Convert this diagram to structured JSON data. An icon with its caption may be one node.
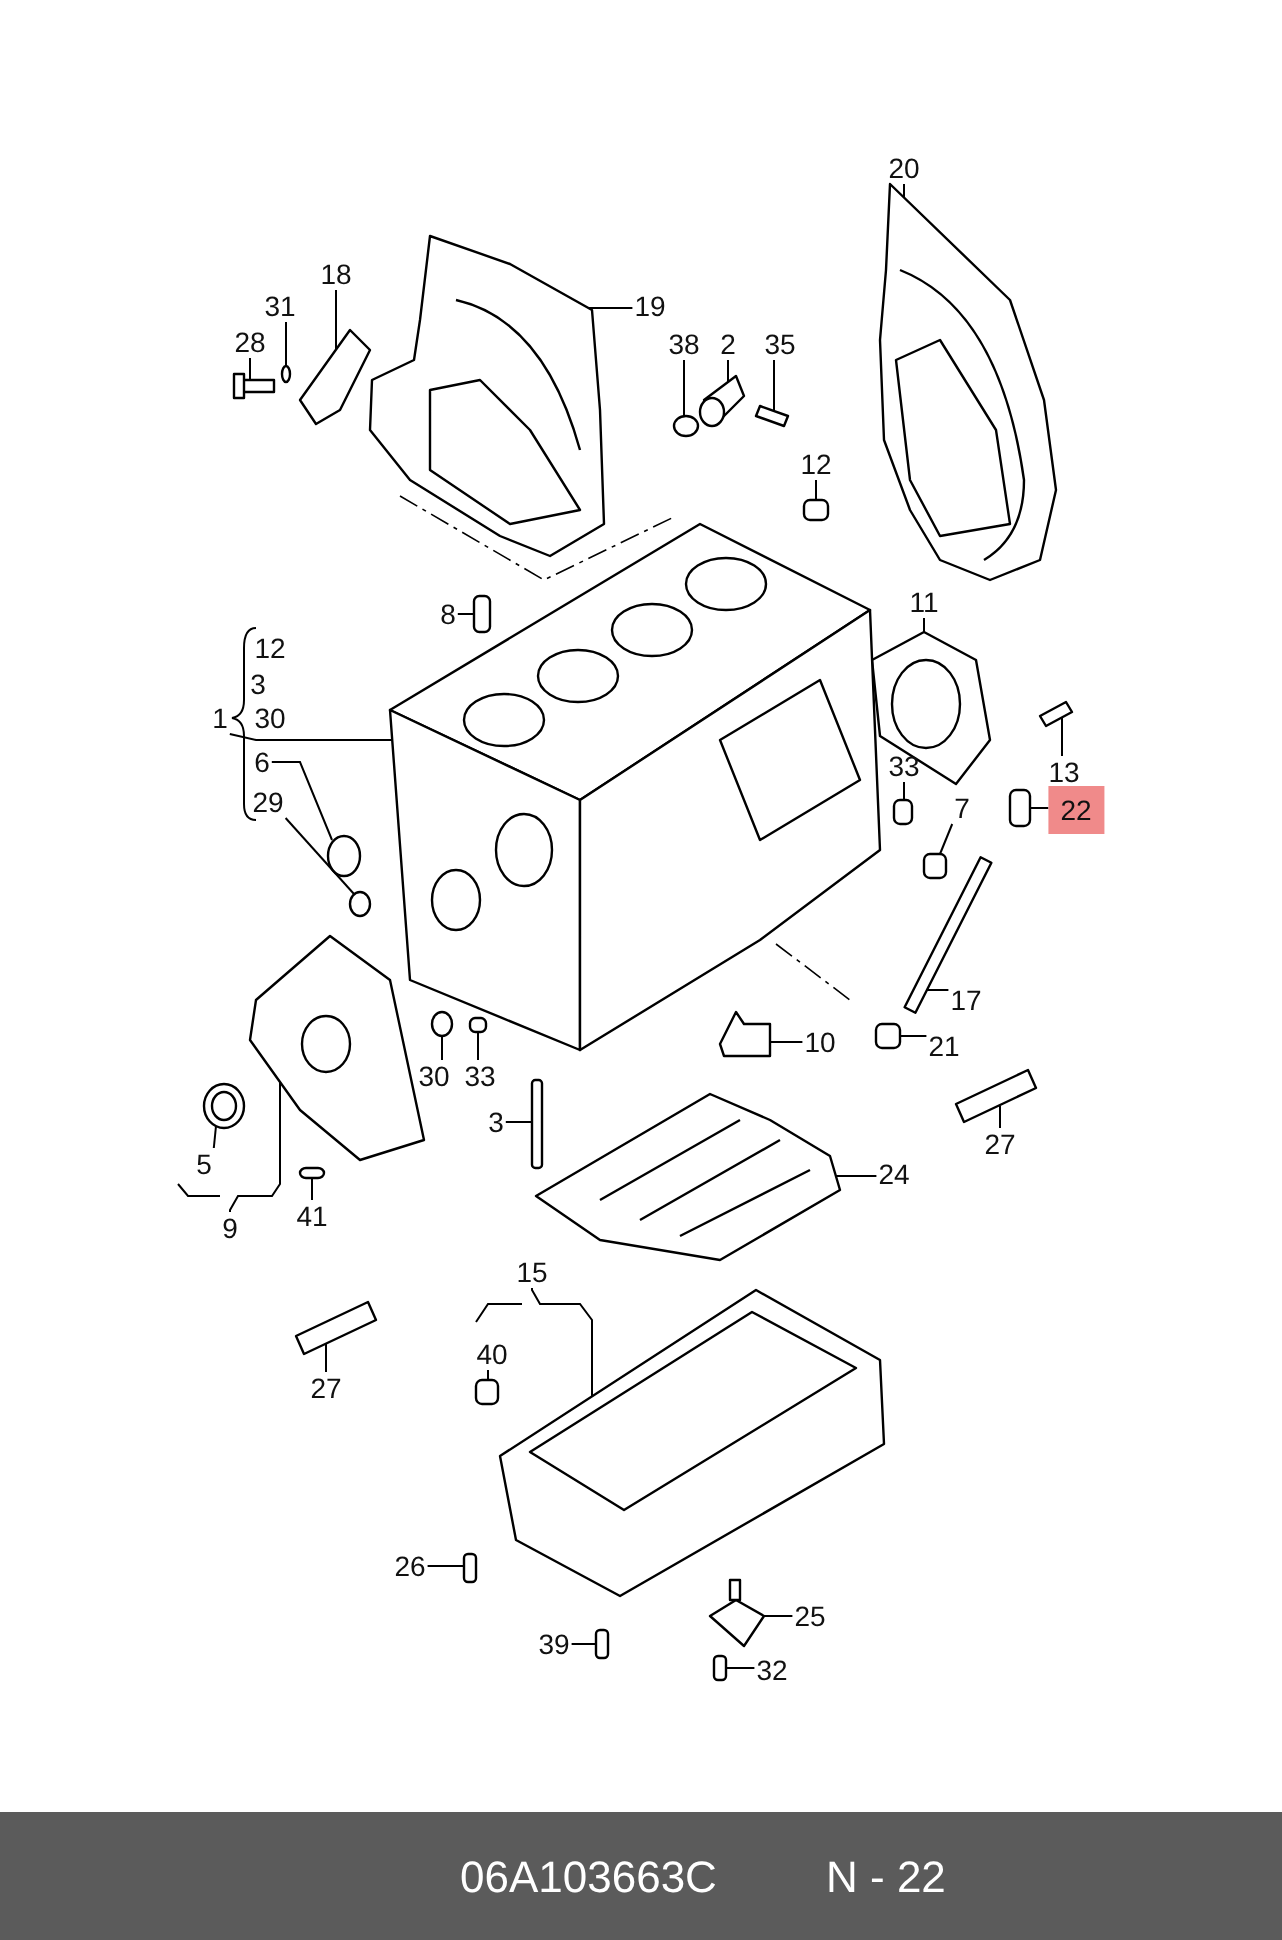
{
  "diagram": {
    "nodes": [
      {
        "text": [
          "20"
        ]
      },
      {
        "text": [
          "18"
        ]
      },
      {
        "text": [
          "19"
        ]
      },
      {
        "text": [
          "31"
        ]
      },
      {
        "text": [
          "38"
        ]
      },
      {
        "text": [
          "2"
        ]
      },
      {
        "text": [
          "35"
        ]
      },
      {
        "text": [
          "28"
        ]
      },
      {
        "text": [
          "12"
        ]
      },
      {
        "text": [
          "11"
        ]
      },
      {
        "text": [
          "8"
        ]
      },
      {
        "text": [
          "1"
        ]
      },
      {
        "text": [
          "6"
        ]
      },
      {
        "text": [
          "13"
        ]
      },
      {
        "text": [
          "33"
        ]
      },
      {
        "text": [
          "22"
        ]
      },
      {
        "text": [
          "29"
        ]
      },
      {
        "text": [
          "7"
        ]
      },
      {
        "text": [
          "17"
        ]
      },
      {
        "text": [
          "10"
        ]
      },
      {
        "text": [
          "21"
        ]
      },
      {
        "text": [
          "30"
        ]
      },
      {
        "text": [
          "33"
        ]
      },
      {
        "text": [
          "3"
        ]
      },
      {
        "text": [
          "27"
        ]
      },
      {
        "text": [
          "24"
        ]
      },
      {
        "text": [
          "5"
        ]
      },
      {
        "text": [
          "9"
        ]
      },
      {
        "text": [
          "41"
        ]
      },
      {
        "text": [
          "15"
        ]
      },
      {
        "text": [
          "40"
        ]
      },
      {
        "text": [
          "27"
        ]
      },
      {
        "text": [
          "26"
        ]
      },
      {
        "text": [
          "25"
        ]
      },
      {
        "text": [
          "32"
        ]
      },
      {
        "text": [
          "39"
        ]
      },
      {
        "text": [],
        "shape": "picture"
      },
      {
        "text": [],
        "shape": "picture"
      },
      {
        "text": [],
        "shape": "picture"
      },
      {
        "text": [],
        "shape": "circle"
      },
      {
        "text": [],
        "shape": "circle"
      },
      {
        "text": [],
        "shape": "picture"
      },
      {
        "text": [],
        "shape": "picture"
      },
      {
        "text": [],
        "shape": "picture"
      },
      {
        "text": [],
        "shape": "box"
      },
      {
        "text": [],
        "shape": "picture"
      },
      {
        "text": [],
        "shape": "box"
      },
      {
        "text": [],
        "shape": "picture"
      },
      {
        "text": [],
        "shape": "circle"
      },
      {
        "text": [],
        "shape": "picture"
      },
      {
        "text": [],
        "shape": "box"
      },
      {
        "text": [],
        "shape": "box"
      },
      {
        "text": [],
        "shape": "circle"
      },
      {
        "text": [],
        "shape": "box"
      },
      {
        "text": [],
        "shape": "picture"
      },
      {
        "text": [],
        "shape": "picture"
      },
      {
        "text": [],
        "shape": "box"
      },
      {
        "text": [],
        "shape": "circle"
      },
      {
        "text": [],
        "shape": "box"
      },
      {
        "text": [],
        "shape": "box"
      },
      {
        "text": [],
        "shape": "picture"
      },
      {
        "text": [],
        "shape": "picture"
      },
      {
        "text": [],
        "shape": "picture"
      },
      {
        "text": [],
        "shape": "picture"
      },
      {
        "text": [],
        "shape": "box"
      },
      {
        "text": [],
        "shape": "picture"
      },
      {
        "text": [],
        "shape": "box"
      },
      {
        "text": [],
        "shape": "picture"
      },
      {
        "text": [],
        "shape": "box"
      },
      {
        "text": [],
        "shape": "picture"
      },
      {
        "text": [],
        "shape": "box"
      },
      {
        "text": [],
        "shape": "box"
      }
    ],
    "edges": [
      {
        "from": 0,
        "to": 36,
        "arrow": "none"
      },
      {
        "from": 1,
        "to": 37,
        "arrow": "none"
      },
      {
        "from": 2,
        "to": 38,
        "arrow": "none"
      },
      {
        "from": 3,
        "to": 39,
        "arrow": "none"
      },
      {
        "from": 4,
        "to": 40,
        "arrow": "none"
      },
      {
        "from": 5,
        "to": 41,
        "arrow": "none"
      },
      {
        "from": 6,
        "to": 42,
        "arrow": "none"
      },
      {
        "from": 7,
        "to": 43,
        "arrow": "none"
      },
      {
        "from": 8,
        "to": 44,
        "arrow": "none"
      },
      {
        "from": 9,
        "to": 45,
        "arrow": "none"
      },
      {
        "from": 10,
        "to": 46,
        "arrow": "none"
      },
      {
        "from": 11,
        "to": 47,
        "arrow": "none"
      },
      {
        "from": 12,
        "to": 48,
        "arrow": "none"
      },
      {
        "from": 13,
        "to": 49,
        "arrow": "none"
      },
      {
        "from": 14,
        "to": 50,
        "arrow": "none"
      },
      {
        "from": 15,
        "to": 51,
        "arrow": "none"
      },
      {
        "from": 16,
        "to": 52,
        "arrow": "none"
      },
      {
        "from": 17,
        "to": 53,
        "arrow": "none"
      },
      {
        "from": 18,
        "to": 54,
        "arrow": "none"
      },
      {
        "from": 19,
        "to": 55,
        "arrow": "none"
      },
      {
        "from": 20,
        "to": 56,
        "arrow": "none"
      },
      {
        "from": 21,
        "to": 57,
        "arrow": "none"
      },
      {
        "from": 22,
        "to": 58,
        "arrow": "none"
      },
      {
        "from": 23,
        "to": 59,
        "arrow": "none"
      },
      {
        "from": 24,
        "to": 60,
        "arrow": "none"
      },
      {
        "from": 25,
        "to": 61,
        "arrow": "none"
      },
      {
        "from": 26,
        "to": 62,
        "arrow": "none"
      },
      {
        "from": 27,
        "to": 63,
        "arrow": "none"
      },
      {
        "from": 28,
        "to": 64,
        "arrow": "none"
      },
      {
        "from": 29,
        "to": 65,
        "arrow": "none"
      },
      {
        "from": 30,
        "to": 66,
        "arrow": "none"
      },
      {
        "from": 31,
        "to": 67,
        "arrow": "none"
      },
      {
        "from": 32,
        "to": 68,
        "arrow": "none"
      },
      {
        "from": 33,
        "to": 69,
        "arrow": "none"
      },
      {
        "from": 34,
        "to": 70,
        "arrow": "none"
      },
      {
        "from": 35,
        "to": 71,
        "arrow": "none"
      }
    ],
    "labels": [
      "12",
      "3",
      "30",
      "06A103663C",
      "N - 22"
    ]
  }
}
